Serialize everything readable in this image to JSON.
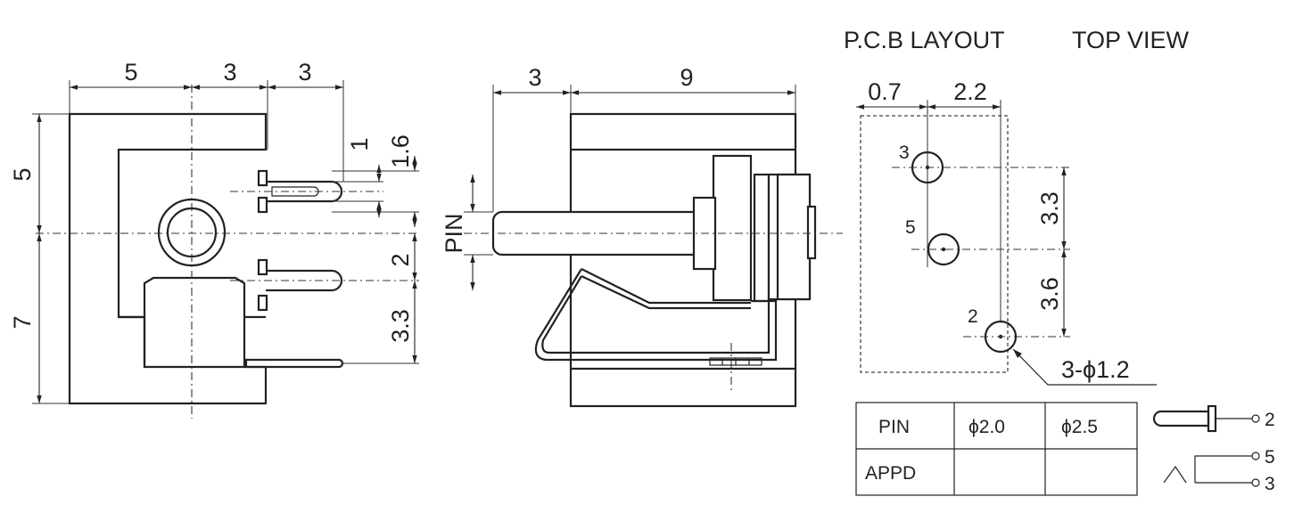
{
  "front_view": {
    "dims": {
      "width_a": "5",
      "width_b": "3",
      "width_c": "3",
      "height_top": "5",
      "height_bottom": "7"
    },
    "right_dims": {
      "d1": "1",
      "d16": "1.6",
      "d2": "2",
      "d33": "3.3"
    }
  },
  "side_view": {
    "dims": {
      "width_a": "3",
      "width_b": "9"
    },
    "pin_label": "PIN"
  },
  "pcb": {
    "title": "P.C.B LAYOUT",
    "subtitle": "TOP VIEW",
    "dims": {
      "d07": "0.7",
      "d22": "2.2",
      "d33": "3.3",
      "d36": "3.6"
    },
    "holes": [
      "3",
      "5",
      "2"
    ],
    "hole_note": "3-ϕ1.2"
  },
  "table": {
    "row1": [
      "PIN",
      "ϕ2.0",
      "ϕ2.5"
    ],
    "row2": [
      "APPD",
      "",
      ""
    ]
  },
  "schematic": {
    "pins": [
      "2",
      "5",
      "3"
    ]
  }
}
